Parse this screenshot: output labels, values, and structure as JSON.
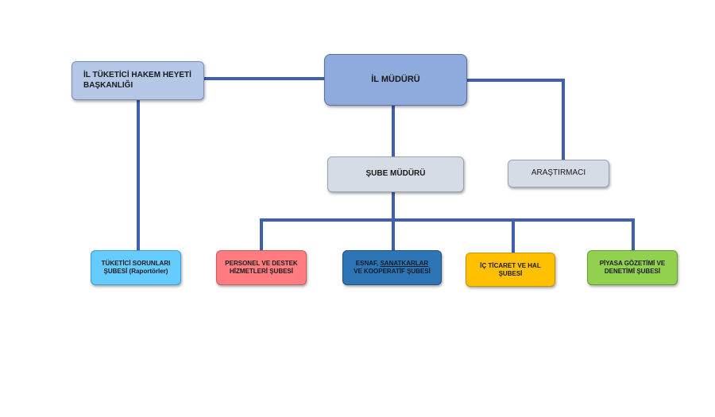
{
  "nodes": {
    "hakem": "İL TÜKETİCİ HAKEM HEYETİ\nBAŞKANLIĞI",
    "mudur": "İL MÜDÜRÜ",
    "sube_muduru": "ŞUBE MÜDÜRÜ",
    "arastirmaci": "ARAŞTIRMACI",
    "tuketici_sorunlari": "TÜKETİCİ SORUNLARI\nŞUBESİ (Raportörler)",
    "personel": "PERSONEL VE DESTEK\nHİZMETLERİ ŞUBESİ",
    "esnaf_line1_pre": "ESNAF, ",
    "esnaf_line1_underlined": "SANATKARLAR",
    "esnaf_line2": "VE KOOPERATİF ŞUBESİ",
    "ic_ticaret": "İÇ TİCARET VE HAL\nŞUBESİ",
    "piyasa": "PİYASA GÖZETİMİ VE\nDENETİMİ ŞUBESİ"
  },
  "colors": {
    "connector": "#3f5fb0",
    "hakem": "#b4c7e7",
    "mudur": "#8faadc",
    "sube_muduru": "#d6dce5",
    "arastirmaci": "#d6dce5",
    "tuketici_sorunlari": "#66ccff",
    "personel": "#ff7c80",
    "esnaf": "#2e75b6",
    "ic_ticaret": "#ffc000",
    "piyasa": "#92d050"
  }
}
